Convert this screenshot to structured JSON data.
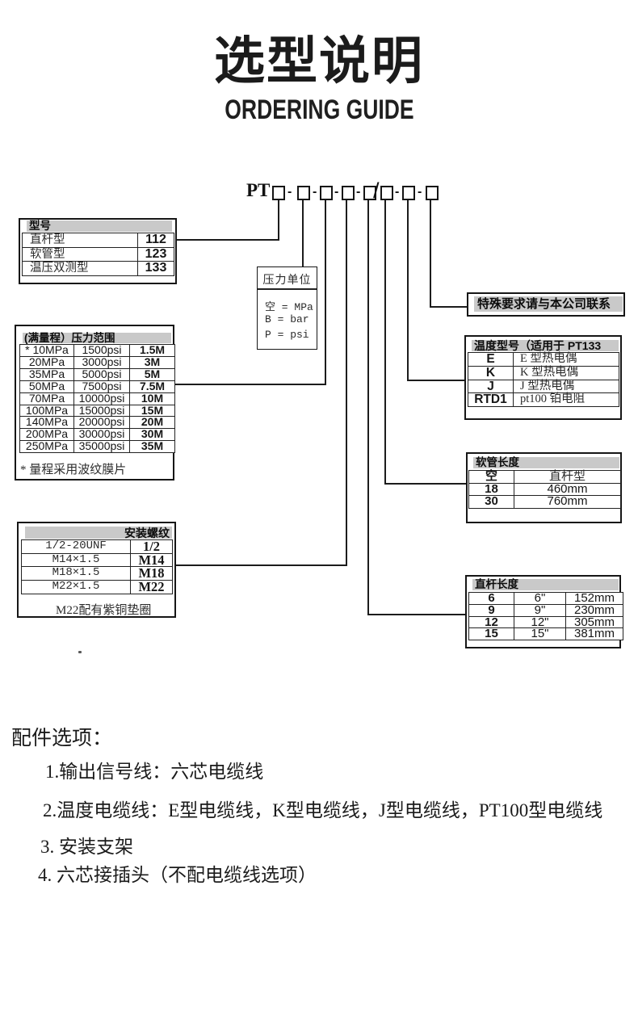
{
  "page": {
    "title": "选型说明",
    "subtitle": "ORDERING GUIDE",
    "background_color": "#ffffff",
    "header_bar_color": "#c9c9c9",
    "line_color": "#1c1c1c",
    "text_color": "#111111"
  },
  "code": {
    "prefix": "PT",
    "box_count": 8,
    "separators": [
      "-",
      "-",
      "-",
      "-",
      "/",
      "-",
      "-"
    ]
  },
  "tables": {
    "model": {
      "header": "型号",
      "rows": [
        [
          "直杆型",
          "112"
        ],
        [
          "软管型",
          "123"
        ],
        [
          "温压双测型",
          "133"
        ]
      ]
    },
    "pressure_unit": {
      "header": "压力单位",
      "lines": [
        "空 = MPa",
        "B = bar",
        "P = psi"
      ]
    },
    "pressure_range": {
      "header": "(满量程）压力范围",
      "rows": [
        [
          "* 10MPa",
          "1500psi",
          "1.5M"
        ],
        [
          "20MPa",
          "3000psi",
          "3M"
        ],
        [
          "35MPa",
          "5000psi",
          "5M"
        ],
        [
          "50MPa",
          "7500psi",
          "7.5M"
        ],
        [
          "70MPa",
          "10000psi",
          "10M"
        ],
        [
          "100MPa",
          "15000psi",
          "15M"
        ],
        [
          "140MPa",
          "20000psi",
          "20M"
        ],
        [
          "200MPa",
          "30000psi",
          "30M"
        ],
        [
          "250MPa",
          "35000psi",
          "35M"
        ]
      ],
      "footnote": "* 量程采用波纹膜片"
    },
    "thread": {
      "header": "安装螺纹",
      "rows": [
        [
          "1/2-20UNF",
          "1/2"
        ],
        [
          "M14×1.5",
          "M14"
        ],
        [
          "M18×1.5",
          "M18"
        ],
        [
          "M22×1.5",
          "M22"
        ]
      ],
      "footnote": "M22配有紫铜垫圈"
    },
    "special": {
      "header": "特殊要求请与本公司联系"
    },
    "temperature": {
      "header": "温度型号（适用于 PT133",
      "rows": [
        [
          "E",
          "E 型热电偶"
        ],
        [
          "K",
          "K 型热电偶"
        ],
        [
          "J",
          "J 型热电偶"
        ],
        [
          "RTD1",
          "pt100 铂电阻"
        ]
      ]
    },
    "hose_length": {
      "header": "软管长度",
      "rows": [
        [
          "空",
          "直杆型"
        ],
        [
          "18",
          "460mm"
        ],
        [
          "30",
          "760mm"
        ]
      ]
    },
    "rod_length": {
      "header": "直杆长度",
      "rows": [
        [
          "6",
          "6\"",
          "152mm"
        ],
        [
          "9",
          "9\"",
          "230mm"
        ],
        [
          "12",
          "12\"",
          "305mm"
        ],
        [
          "15",
          "15\"",
          "381mm"
        ]
      ]
    }
  },
  "accessories": {
    "heading": "配件选项：",
    "items": [
      "1.输出信号线：六芯电缆线",
      "2.温度电缆线：E型电缆线，K型电缆线，J型电缆线，PT100型电缆线",
      "3. 安装支架",
      "4. 六芯接插头（不配电缆线选项）"
    ]
  }
}
